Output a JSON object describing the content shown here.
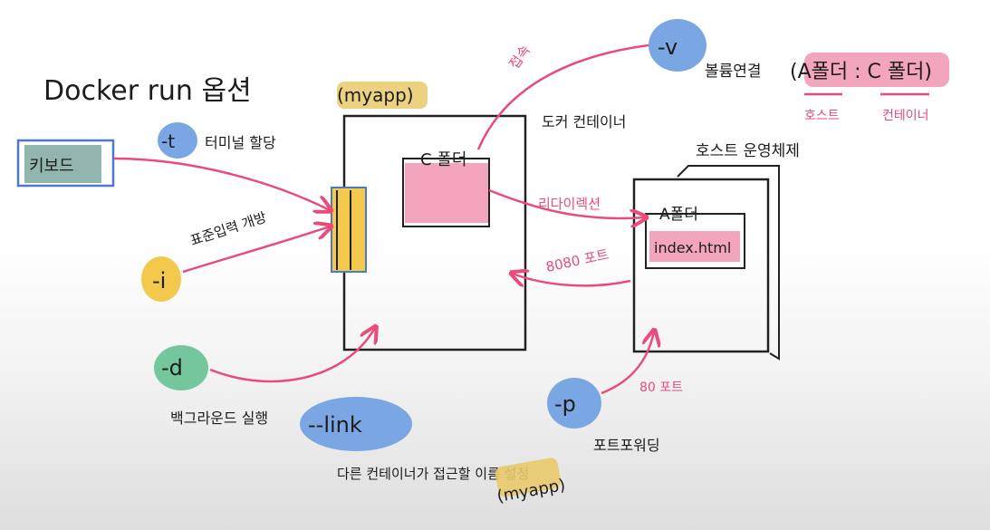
{
  "title": "Docker run 옵션",
  "container": {
    "name": "(myapp)",
    "label": "도커 컨테이너",
    "folder": "C 폴더"
  },
  "host": {
    "label": "호스트 운영체제",
    "folder": "A폴더",
    "file": "index.html"
  },
  "keyboard": "키보드",
  "options": [
    {
      "flag": "-t",
      "desc": "터미널 할당",
      "color": "#8fb3d9"
    },
    {
      "flag": "-i",
      "desc": "표준입력 개방",
      "color": "#f2c94c"
    },
    {
      "flag": "-d",
      "desc": "백그라운드 실행",
      "color": "#74c69d"
    },
    {
      "flag": "--link",
      "desc": "다른 컨테이너가 접근할 이름 설정",
      "color": "#8fb3d9"
    },
    {
      "flag": "-p",
      "desc": "포트포워딩",
      "color": "#8fb3d9"
    },
    {
      "flag": "-v",
      "desc": "볼륨연결",
      "color": "#8fb3d9"
    }
  ],
  "link_example": "(myapp)",
  "volume": {
    "mapping": "(A폴더 : C 폴더)",
    "host_label": "호스트",
    "container_label": "컨테이너"
  },
  "arrows": {
    "connect": "접속",
    "redirect": "리다이렉션",
    "port_8080": "8080 포트",
    "port_80": "80 포트"
  },
  "colors": {
    "pink": "#e94c7b",
    "pink_fill": "#f2a5bc",
    "yellow": "#f2c94c",
    "blue_circle": "#7aa7e3",
    "green_circle": "#74c69d",
    "keyboard_fill": "#7fa8a0",
    "keyboard_border": "#4d79c7"
  }
}
